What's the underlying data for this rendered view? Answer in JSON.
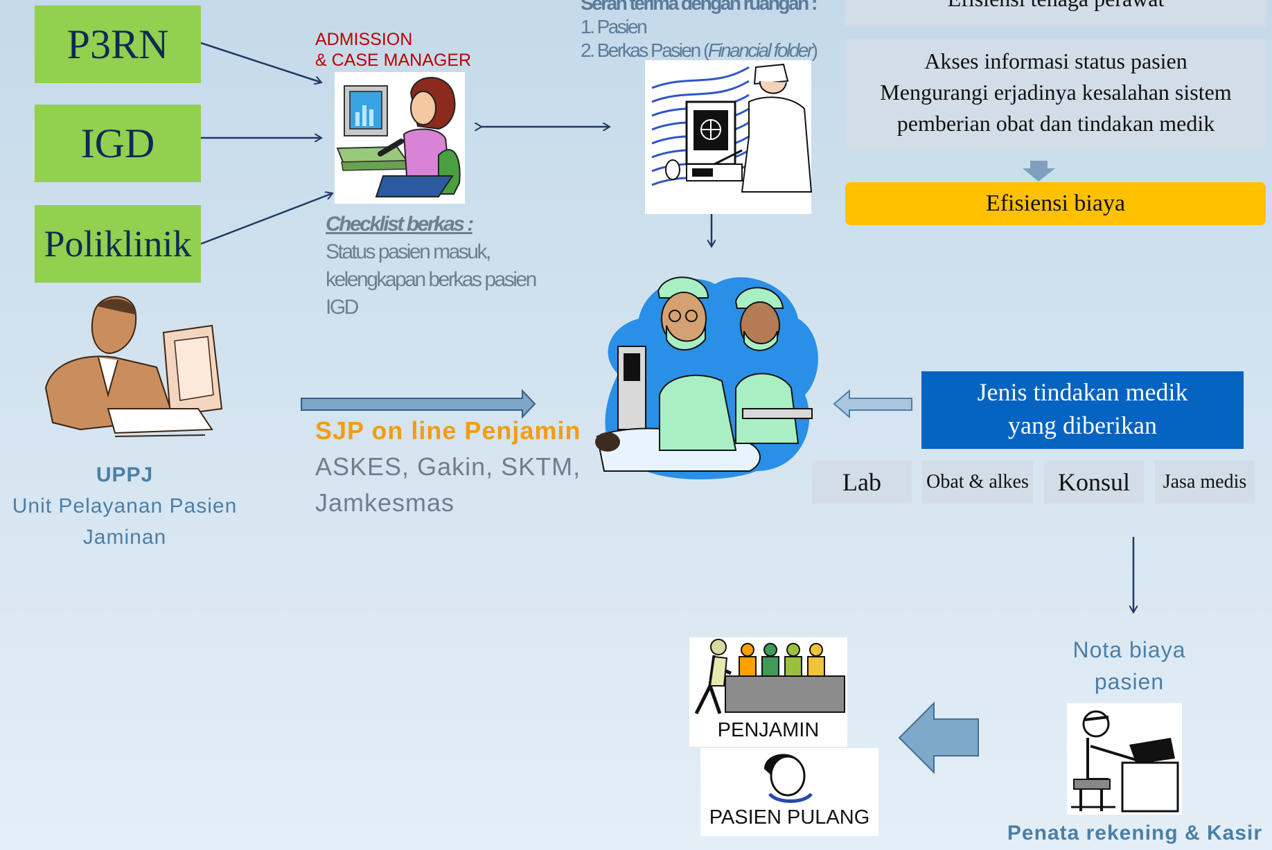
{
  "sources": [
    {
      "label": "P3RN"
    },
    {
      "label": "IGD"
    },
    {
      "label": "Poliklinik"
    }
  ],
  "admission": {
    "line1": "ADMISSION",
    "line2": "& CASE MANAGER"
  },
  "checklist": {
    "title": "Checklist berkas :",
    "lines": [
      "Status pasien masuk,",
      "kelengkapan berkas pasien",
      "IGD"
    ]
  },
  "handover": {
    "title": "Serah terima dengan ruangan :",
    "item1": "1. Pasien",
    "item2_prefix": "2. Berkas Pasien (",
    "item2_italic": "Financial  folder",
    "item2_suffix": ")"
  },
  "benefits": {
    "top": "Efisiensi tenaga perawat",
    "box_lines": [
      "Akses informasi status pasien",
      "Mengurangi erjadinya kesalahan sistem",
      "pemberian obat dan tindakan medik"
    ],
    "cost": "Efisiensi biaya"
  },
  "uppj": {
    "title": "UPPJ",
    "line1": "Unit Pelayanan Pasien",
    "line2": "Jaminan"
  },
  "sjp": {
    "title": "SJP on line Penjamin",
    "line1": "ASKES, Gakin, SKTM,",
    "line2": "Jamkesmas"
  },
  "medical": {
    "box_line1": "Jenis tindakan medik",
    "box_line2": "yang diberikan",
    "items": [
      "Lab",
      "Obat & alkes",
      "Konsul",
      "Jasa medis"
    ]
  },
  "billing": {
    "nota_line1": "Nota biaya",
    "nota_line2": "pasien",
    "cashier": "Penata rekening & Kasir"
  },
  "outputs": {
    "guarantor": "PENJAMIN",
    "discharge": "PASIEN PULANG"
  },
  "colors": {
    "green": "#92d050",
    "navy": "#1f3864",
    "orange": "#f39c12",
    "admission_red": "#c00000",
    "blue_box": "#0563c1",
    "gold": "#ffc000",
    "steel": "#4a7fa8",
    "gray_text": "#6e7e8e"
  },
  "icons": [
    "receptionist-computer-icon",
    "nurse-computer-icon",
    "surgeons-icon",
    "uppj-officer-icon",
    "guarantor-group-icon",
    "discharged-patient-icon",
    "cashier-icon"
  ]
}
